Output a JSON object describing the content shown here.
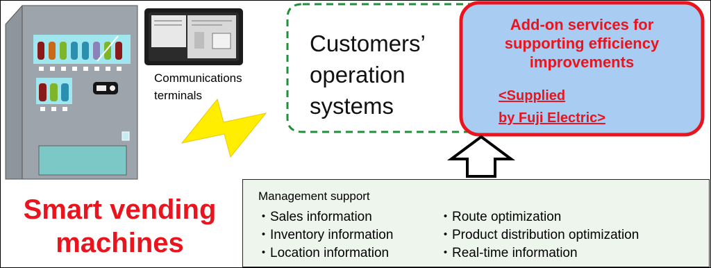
{
  "terminal_label": [
    "Communications",
    "terminals"
  ],
  "vending_label": [
    "Smart vending",
    "machines"
  ],
  "customers": [
    "Customers’",
    "operation",
    "systems"
  ],
  "addon": {
    "title": [
      "Add-on services for",
      "supporting efficiency",
      "improvements"
    ],
    "supplier": [
      "<Supplied",
      "by Fuji Electric>"
    ]
  },
  "management": {
    "title": "Management support",
    "left_items": [
      "・Sales information",
      "・Inventory information",
      "・Location information"
    ],
    "right_items": [
      "・Route optimization",
      "・Product distribution optimization",
      "・Real-time information"
    ]
  },
  "colors": {
    "accent_red": "#e8141e",
    "dashed_green": "#1f8f3a",
    "addon_fill": "#a9ccf2",
    "panel_fill": "#eef5ec",
    "bolt_yellow": "#ffee00"
  },
  "icons": [
    "vending-machine-icon",
    "communications-terminal-icon",
    "lightning-bolt-icon",
    "up-arrow-icon"
  ]
}
